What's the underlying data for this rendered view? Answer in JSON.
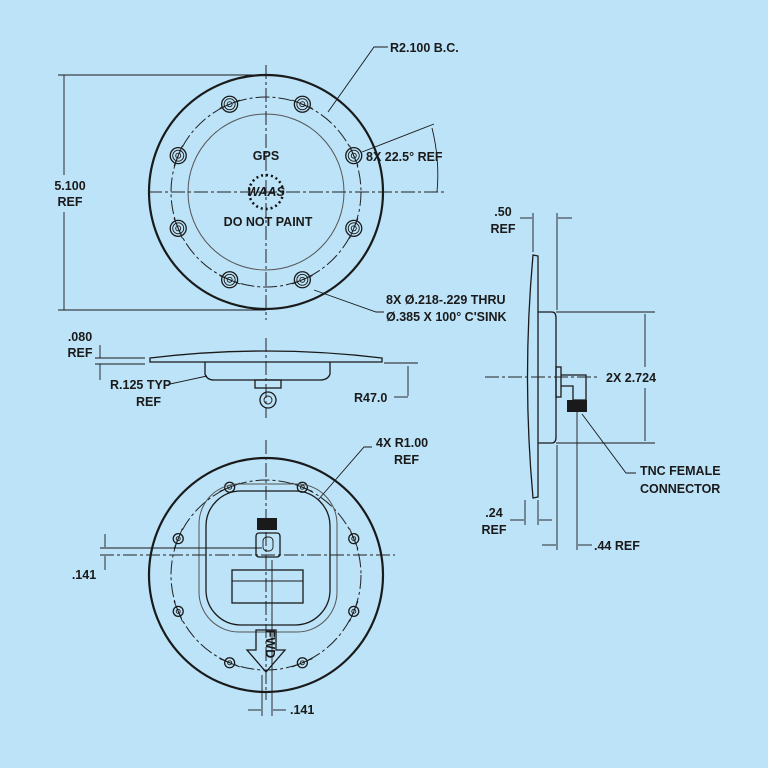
{
  "title": "GPS/WAAS antenna outline drawing",
  "colors": {
    "background": "#bce3f8",
    "ink": "#1a1a1a"
  },
  "top_view": {
    "height_dim": [
      "5.100",
      "REF"
    ],
    "bolt_circle": "R2.100 B.C.",
    "angle": "8X 22.5° REF",
    "holes": [
      "8X Ø.218-.229 THRU",
      "Ø.385 X 100° C'SINK"
    ],
    "label_gps": "GPS",
    "label_waas": "WAAS",
    "label_paint": "DO NOT PAINT"
  },
  "side_view": {
    "thickness": [
      ".080",
      "REF"
    ],
    "radius": [
      "R.125 TYP",
      "REF"
    ],
    "dome_radius": "R47.0"
  },
  "right_view": {
    "depth": [
      ".50",
      "REF"
    ],
    "hub": "2X 2.724",
    "flange": [
      ".24",
      "REF"
    ],
    "connector_offset": ".44 REF",
    "connector": [
      "TNC FEMALE",
      "CONNECTOR"
    ]
  },
  "bottom_view": {
    "corner_radius": [
      "4X R1.00",
      "REF"
    ],
    "offset_left": ".141",
    "offset_bottom": ".141",
    "arrow_label": "FWD"
  }
}
